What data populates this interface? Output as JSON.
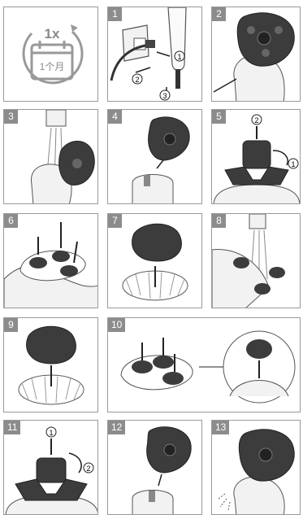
{
  "icon_panel": {
    "frequency": "1x",
    "period": "1个月",
    "icon": "calendar-refresh-icon"
  },
  "steps": [
    {
      "num": "1",
      "callouts": [
        "1",
        "2",
        "3"
      ]
    },
    {
      "num": "2"
    },
    {
      "num": "3"
    },
    {
      "num": "4"
    },
    {
      "num": "5",
      "callouts": [
        "1",
        "2"
      ]
    },
    {
      "num": "6"
    },
    {
      "num": "7"
    },
    {
      "num": "8"
    },
    {
      "num": "9"
    },
    {
      "num": "10"
    },
    {
      "num": "11",
      "callouts": [
        "1",
        "2"
      ]
    },
    {
      "num": "12"
    },
    {
      "num": "13"
    }
  ],
  "colors": {
    "border": "#9a9a9a",
    "badge": "#8c8c8c",
    "dark_part": "#3c3c3c",
    "line": "#555555",
    "light": "#f2f2f2"
  }
}
